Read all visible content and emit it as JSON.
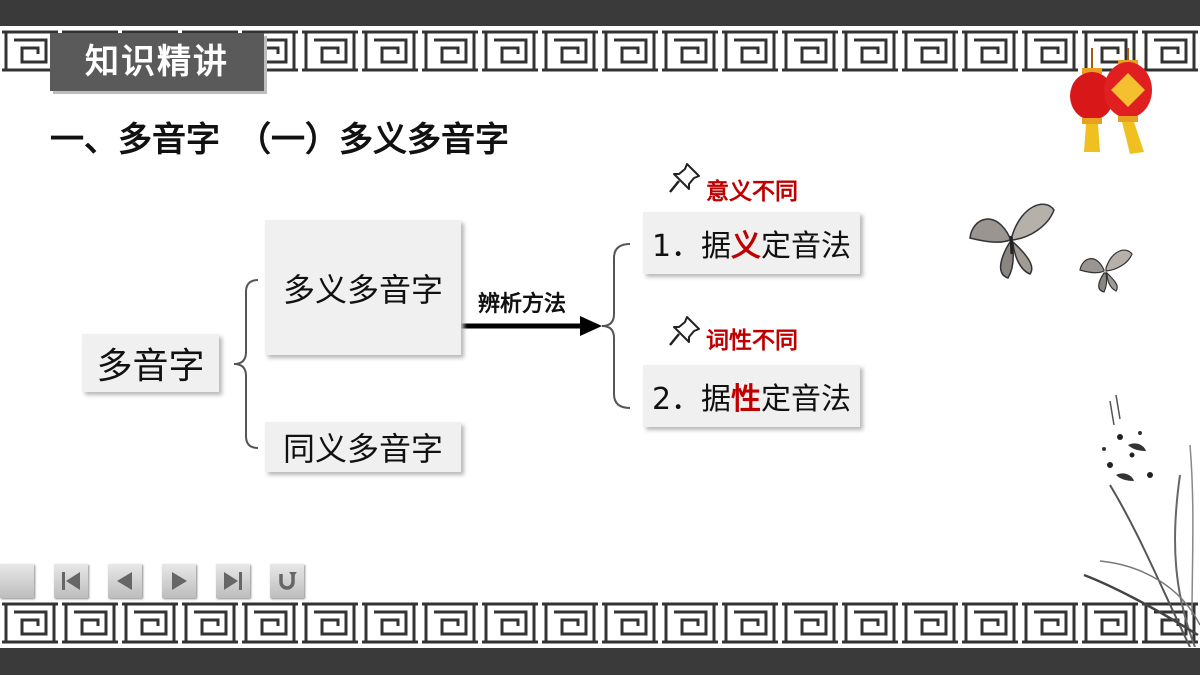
{
  "section_tag": "知识精讲",
  "heading": "一、多音字　（一）多义多音字",
  "diagram": {
    "root": "多音字",
    "branch_polysemous": "多义多音字",
    "branch_synonymous": "同义多音字",
    "arrow_label": "辨析方法",
    "method1": {
      "note": "意义不同",
      "prefix": "1．据",
      "highlight": "义",
      "suffix": "定音法"
    },
    "method2": {
      "note": "词性不同",
      "prefix": "2．据",
      "highlight": "性",
      "suffix": "定音法"
    }
  },
  "colors": {
    "accent_red": "#c00000",
    "dark_bar": "#3a3a3a",
    "tag_bg": "#5a5a5a"
  },
  "nav_buttons": [
    "blank-button",
    "first-slide-icon",
    "previous-slide-icon",
    "next-slide-icon",
    "last-slide-icon",
    "return-icon"
  ]
}
